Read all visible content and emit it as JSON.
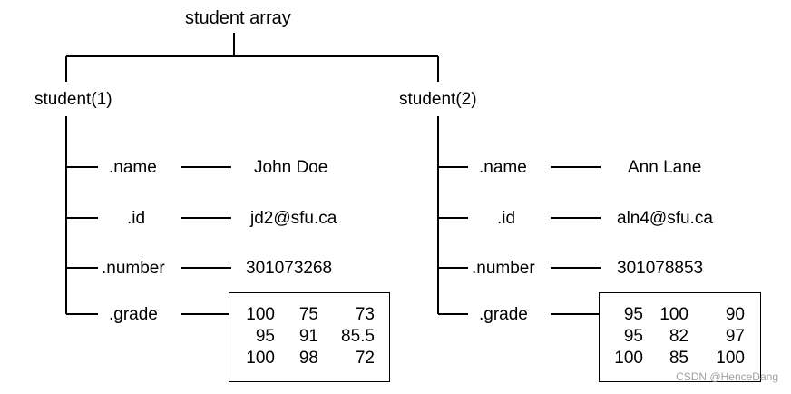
{
  "root": {
    "label": "student array"
  },
  "students": [
    {
      "label": "student(1)",
      "fields": [
        {
          "name": ".name",
          "value": "John Doe"
        },
        {
          "name": ".id",
          "value": "jd2@sfu.ca"
        },
        {
          "name": ".number",
          "value": "301073268"
        },
        {
          "name": ".grade",
          "value": ""
        }
      ],
      "grades": [
        [
          "100",
          "75",
          "73"
        ],
        [
          "95",
          "91",
          "85.5"
        ],
        [
          "100",
          "98",
          "72"
        ]
      ]
    },
    {
      "label": "student(2)",
      "fields": [
        {
          "name": ".name",
          "value": "Ann Lane"
        },
        {
          "name": ".id",
          "value": "aln4@sfu.ca"
        },
        {
          "name": ".number",
          "value": "301078853"
        },
        {
          "name": ".grade",
          "value": ""
        }
      ],
      "grades": [
        [
          "95",
          "100",
          "90"
        ],
        [
          "95",
          "82",
          "97"
        ],
        [
          "100",
          "85",
          "100"
        ]
      ]
    }
  ],
  "watermark": "CSDN @HenceDang",
  "colors": {
    "line": "#000000",
    "background": "#ffffff",
    "watermark": "#a0a0a0"
  }
}
